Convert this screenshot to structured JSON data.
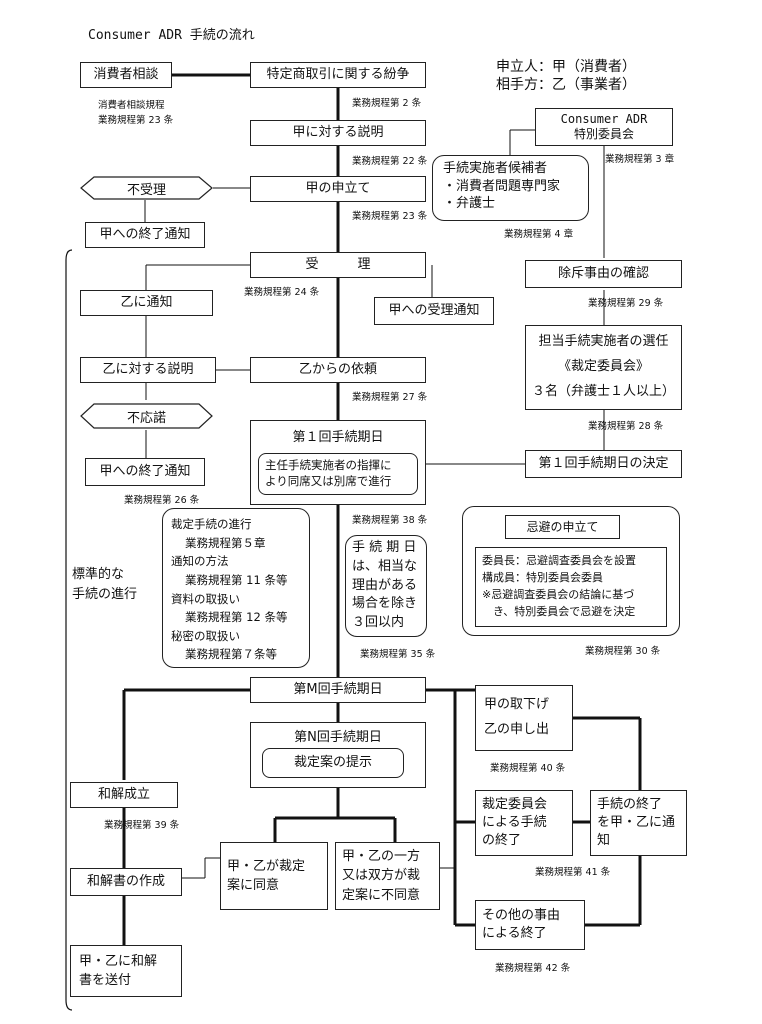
{
  "title": "Consumer ADR 手続の流れ",
  "legend": {
    "applicant": "申立人：甲（消費者）",
    "respondent": "相手方：乙（事業者）"
  },
  "consult": "消費者相談",
  "consult_rule1": "消費者相談規程",
  "consult_rule2": "業務規程第 23 条",
  "dispute": "特定商取引に関する紛争",
  "dispute_rule": "業務規程第 2 条",
  "explain_a": "甲に対する説明",
  "explain_a_rule": "業務規程第 22 条",
  "committee_line1": "Consumer ADR",
  "committee_line2": "特別委員会",
  "committee_rule": "業務規程第 3 章",
  "reject": "不受理",
  "apply": "甲の申立て",
  "apply_rule": "業務規程第 23 条",
  "candidates": {
    "title": "手続実施者候補者",
    "item1": "・消費者問題専門家",
    "item2": "・弁護士"
  },
  "candidates_rule": "業務規程第 4 章",
  "end_notice_a1": "甲への終了通知",
  "accept": "受　　　理",
  "accept_rule": "業務規程第 24 条",
  "exclusion_check": "除斥事由の確認",
  "exclusion_rule": "業務規程第 29 条",
  "notify_b": "乙に通知",
  "accept_notice_a": "甲への受理通知",
  "select": {
    "line1": "担当手続実施者の選任",
    "line2": "《裁定委員会》",
    "line3": "３名（弁護士１人以上）"
  },
  "select_rule": "業務規程第 28 条",
  "explain_b": "乙に対する説明",
  "request_b": "乙からの依頼",
  "request_rule": "業務規程第 27 条",
  "no_response": "不応諾",
  "first_session": "第１回手続期日",
  "first_inner": "主任手続実施者の指揮に\nより同席又は別席で進行",
  "first_decide": "第１回手続期日の決定",
  "end_notice_a2": "甲への終了通知",
  "end_notice_a2_rule": "業務規程第 26 条",
  "standard": "標準的な\n手続の進行",
  "first_rule": "業務規程第 38 条",
  "progress": {
    "l1": "裁定手続の進行",
    "l2": "業務規程第５章",
    "l3": "通知の方法",
    "l4": "業務規程第 11 条等",
    "l5": "資料の取扱い",
    "l6": "業務規程第 12 条等",
    "l7": "秘密の取扱い",
    "l8": "業務規程第７条等"
  },
  "period": "手 続 期 日\nは、相当な\n理由がある\n場合を除き\n３回以内",
  "period_rule": "業務規程第 35 条",
  "avoid": {
    "title": "忌避の申立て",
    "l1": "委員長：忌避調査委員会を設置",
    "l2": "構成員：特別委員会委員",
    "l3": "※忌避調査委員会の結論に基づ",
    "l4": "　き、特別委員会で忌避を決定"
  },
  "avoid_rule": "業務規程第 30 条",
  "m_session": "第M回手続期日",
  "withdraw": "甲の取下げ\n乙の申し出",
  "withdraw_rule": "業務規程第 40 条",
  "n_session": "第N回手続期日",
  "proposal": "裁定案の提示",
  "settle": "和解成立",
  "settle_rule": "業務規程第 39 条",
  "committee_end": "裁定委員会\nによる手続\nの終了",
  "committee_end_rule": "業務規程第 41 条",
  "notify_end": "手続の終了\nを甲・乙に通\n知",
  "agree": "甲・乙が裁定\n案に同意",
  "disagree": "甲・乙の一方\n又は双方が裁\n定案に不同意",
  "settle_doc": "和解書の作成",
  "other_end": "その他の事由\nによる終了",
  "other_end_rule": "業務規程第 42 条",
  "send_doc": "甲・乙に和解\n書を送付"
}
